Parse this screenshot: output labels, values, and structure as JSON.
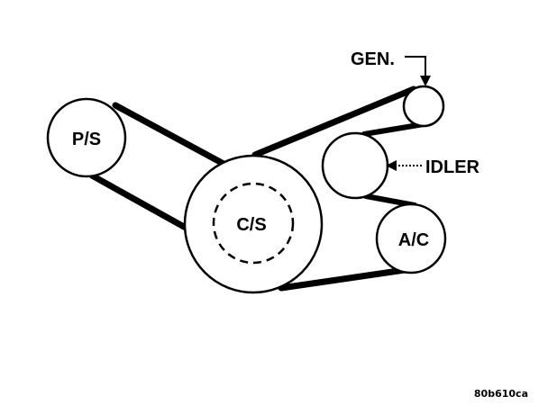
{
  "labels": {
    "power_steering": "P/S",
    "crankshaft": "C/S",
    "air_conditioning": "A/C",
    "generator": "GEN.",
    "idler": "IDLER"
  },
  "figure_code": "80b610ca"
}
